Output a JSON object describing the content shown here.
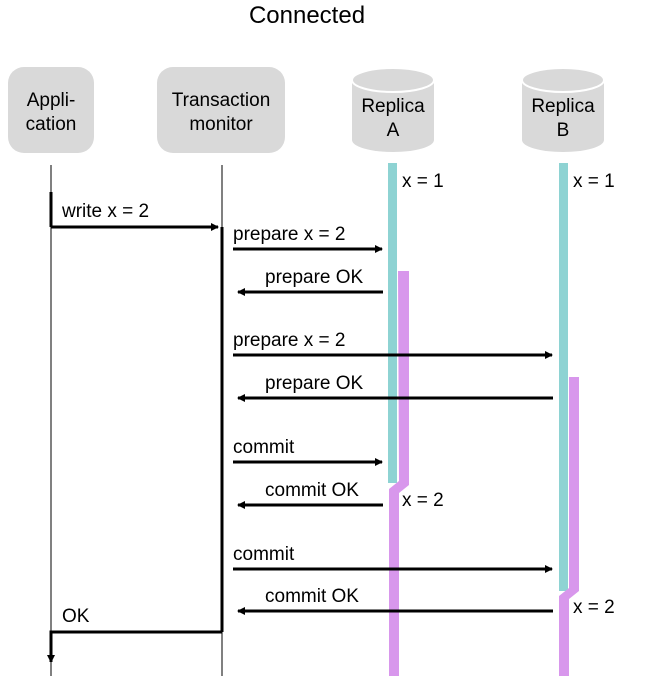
{
  "title": "Connected",
  "participants": {
    "application": {
      "line1": "Appli-",
      "line2": "cation"
    },
    "monitor": {
      "line1": "Transaction",
      "line2": "monitor"
    },
    "replica_a": {
      "line1": "Replica",
      "line2": "A"
    },
    "replica_b": {
      "line1": "Replica",
      "line2": "B"
    }
  },
  "state_labels": {
    "a_initial": "x = 1",
    "b_initial": "x = 1",
    "a_final": "x = 2",
    "b_final": "x = 2"
  },
  "messages": {
    "write": "write x = 2",
    "prepare_a": "prepare x = 2",
    "prepare_ok_a": "prepare OK",
    "prepare_b": "prepare x = 2",
    "prepare_ok_b": "prepare OK",
    "commit_a": "commit",
    "commit_ok_a": "commit OK",
    "commit_b": "commit",
    "commit_ok_b": "commit OK",
    "ok": "OK"
  },
  "colors": {
    "old_value": "#8ed3d3",
    "new_value": "#d897ec",
    "box": "#d9d9d9",
    "line": "#000000"
  }
}
